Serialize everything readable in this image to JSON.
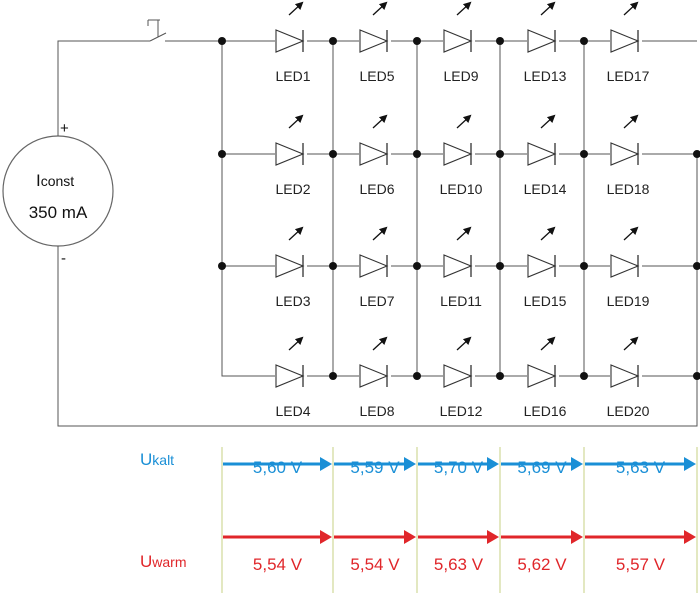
{
  "source": {
    "name_main": "I",
    "name_sub": "const",
    "current": "350 mA",
    "plus": "+",
    "minus": "-"
  },
  "led_labels": [
    [
      "LED1",
      "LED2",
      "LED3",
      "LED4"
    ],
    [
      "LED5",
      "LED6",
      "LED7",
      "LED8"
    ],
    [
      "LED9",
      "LED10",
      "LED11",
      "LED12"
    ],
    [
      "LED13",
      "LED14",
      "LED15",
      "LED16"
    ],
    [
      "LED17",
      "LED18",
      "LED19",
      "LED20"
    ]
  ],
  "voltages": {
    "kalt": {
      "label_main": "U",
      "label_sub": "kalt",
      "color": "#1a8fd6",
      "values": [
        "5,60 V",
        "5,59 V",
        "5,70 V",
        "5,69 V",
        "5,63 V"
      ]
    },
    "warm": {
      "label_main": "U",
      "label_sub": "warm",
      "color": "#e0262a",
      "values": [
        "5,54 V",
        "5,54 V",
        "5,63 V",
        "5,62 V",
        "5,57 V"
      ]
    }
  },
  "colors": {
    "wire": "#555555",
    "node": "#111111",
    "separator": "#d4dca0"
  }
}
